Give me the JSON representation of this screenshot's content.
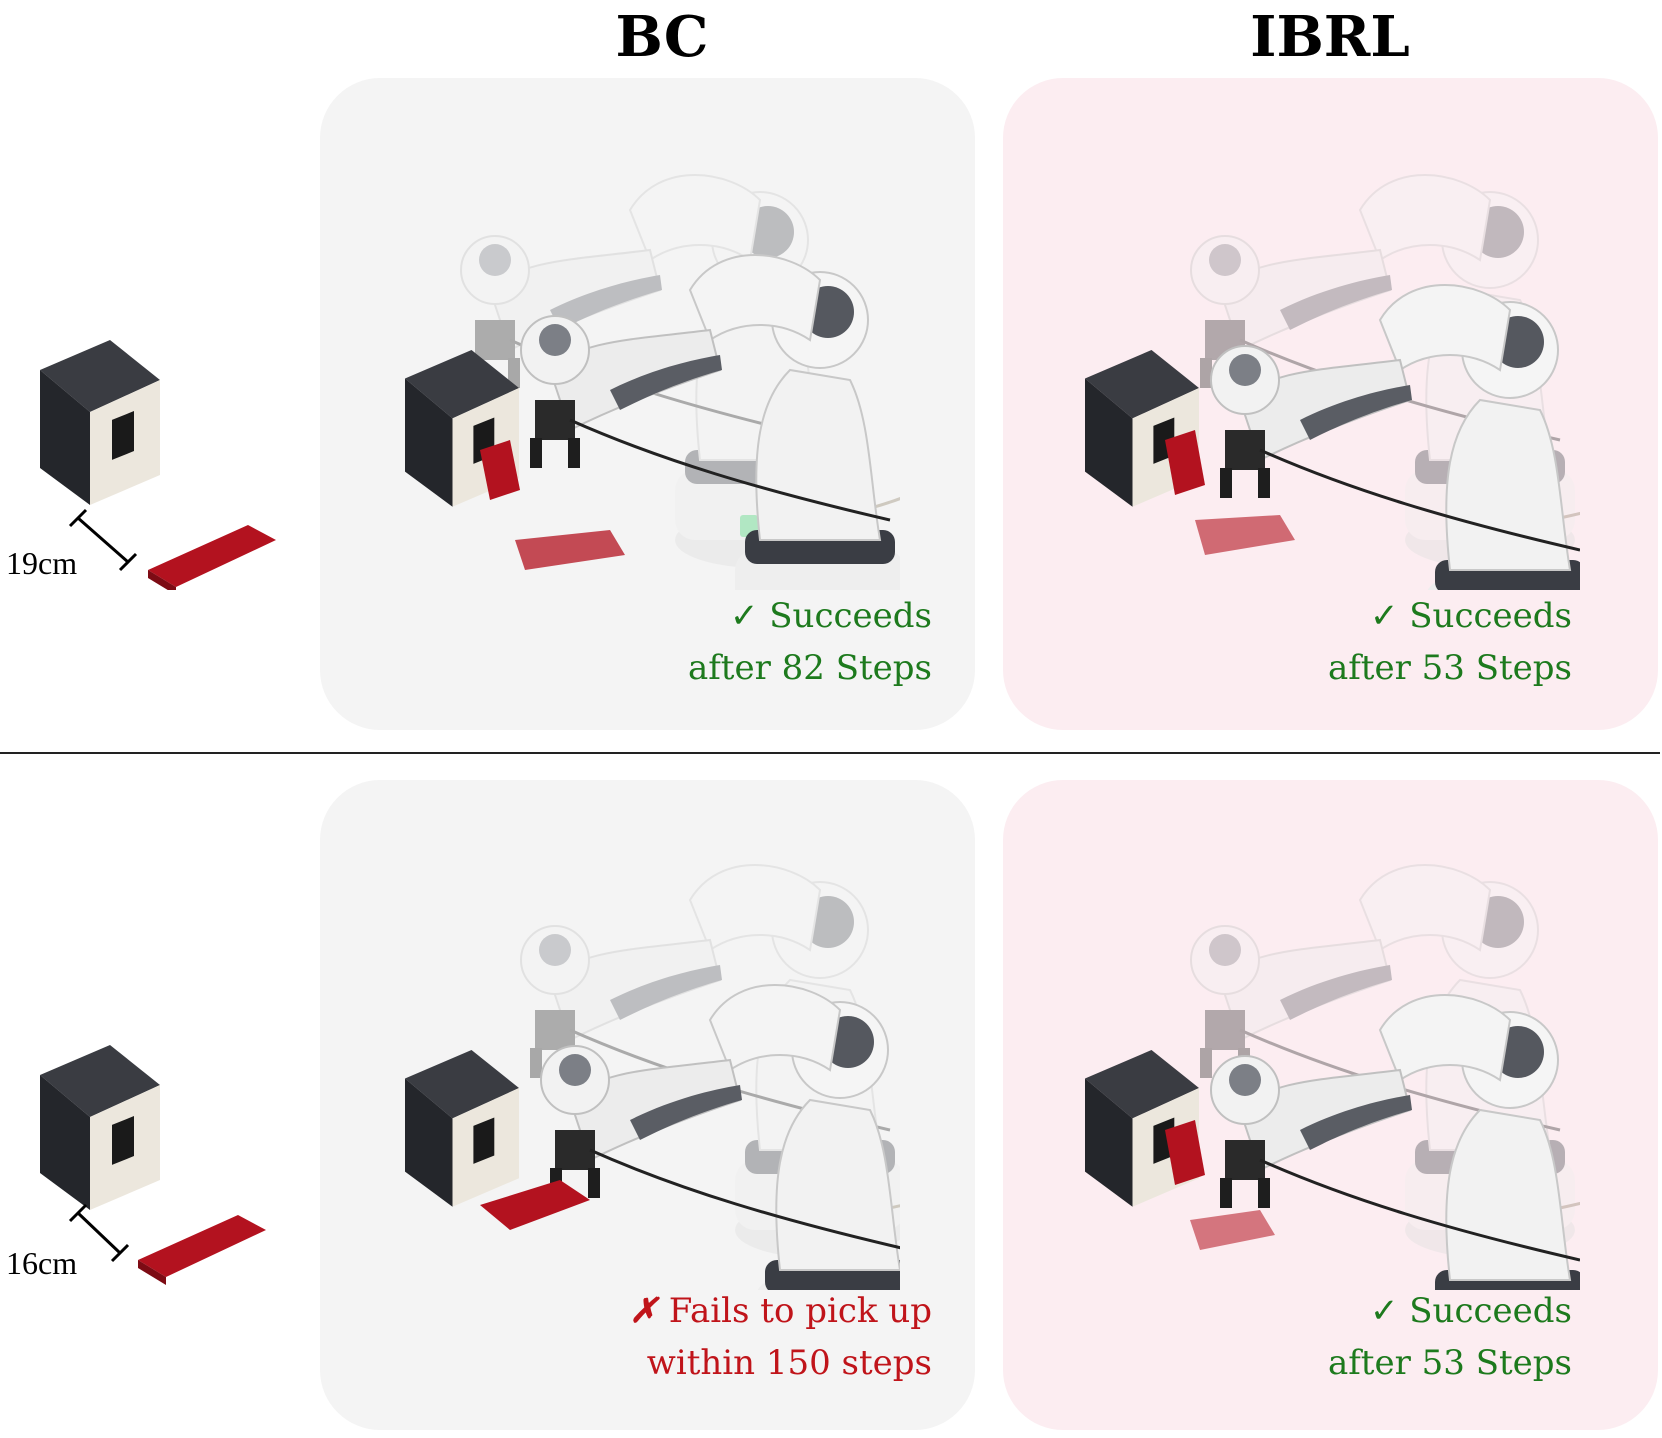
{
  "columns": {
    "left": "BC",
    "right": "IBRL"
  },
  "setups": [
    {
      "distance_label": "19cm"
    },
    {
      "distance_label": "16cm"
    }
  ],
  "results": {
    "row1": {
      "bc": {
        "icon": "checkmark-icon",
        "glyph": "✓",
        "line1": "Succeeds",
        "line2": "after 82 Steps"
      },
      "ibrl": {
        "icon": "checkmark-icon",
        "glyph": "✓",
        "line1": "Succeeds",
        "line2": "after 53 Steps"
      }
    },
    "row2": {
      "bc": {
        "icon": "cross-icon",
        "glyph": "✗",
        "line1": "Fails to pick up",
        "line2": "within 150 steps"
      },
      "ibrl": {
        "icon": "checkmark-icon",
        "glyph": "✓",
        "line1": "Succeeds",
        "line2": "after 53 Steps"
      }
    }
  },
  "colors": {
    "success": "#1d7a1d",
    "failure": "#c0141a",
    "bc_panel": "#f4f4f4",
    "ibrl_panel": "#fcedf1",
    "towel": "#b3121f",
    "box": "#2b2d33"
  }
}
